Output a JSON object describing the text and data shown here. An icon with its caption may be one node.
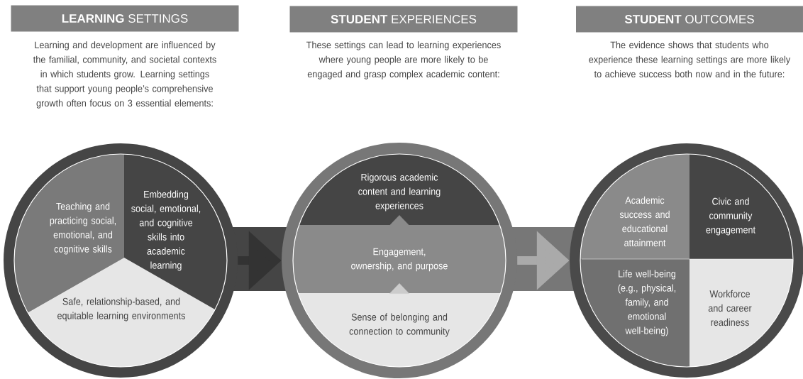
{
  "diagram": {
    "nodes": [
      {
        "text": [
          "**LEARNING** SETTINGS"
        ],
        "beside": [
          "Learning and development are influenced by the familial, community, and societal contexts in which students grow. Learning settings that support young people’s comprehensive growth often focus on 3 essential elements:"
        ]
      },
      {
        "text": [
          "**STUDENT** EXPERIENCES"
        ],
        "beside": [
          "These settings can lead to learning experiences where young people are more likely to be engaged and grasp complex academic content:"
        ]
      },
      {
        "text": [
          "**STUDENT** OUTCOMES"
        ],
        "beside": [
          "The evidence shows that students who experience these learning settings are more likely to achieve success both now and in the future:"
        ]
      },
      {
        "text": [],
        "shape": "circle"
      },
      {
        "text": [
          "Teaching and practicing social, emotional, and cognitive skills"
        ],
        "in": 3
      },
      {
        "text": [
          "Embedding social, emotional, and cognitive skills into academic learning"
        ],
        "in": 3
      },
      {
        "text": [
          "Safe, relationship-based, and equitable learning environments"
        ],
        "in": 3
      },
      {
        "text": [],
        "shape": "circle"
      },
      {
        "text": [
          "Rigorous academic content and learning experiences"
        ],
        "in": 7
      },
      {
        "text": [
          "Engagement, ownership, and purpose"
        ],
        "in": 7
      },
      {
        "text": [
          "Sense of belonging and connection to community"
        ],
        "in": 7
      },
      {
        "text": [],
        "shape": "circle"
      },
      {
        "text": [
          "Academic success and educational attainment"
        ],
        "in": 11
      },
      {
        "text": [
          "Civic and community engagement"
        ],
        "in": 11
      },
      {
        "text": [
          "Life well-being (e.g., physical, family, and emotional well-being)"
        ],
        "in": 11
      },
      {
        "text": [
          "Workforce and career readiness"
        ],
        "in": 11
      }
    ],
    "edges": [
      {
        "from": 3,
        "to": 7,
        "arrow": "to",
        "color": "#333333"
      },
      {
        "from": 7,
        "to": 11,
        "arrow": "to",
        "color": "#aaaaaa"
      },
      {
        "from": 10,
        "to": 9,
        "arrow": "to",
        "color": "#cccccc"
      },
      {
        "from": 9,
        "to": 8,
        "arrow": "to",
        "color": "#8a8a8a"
      }
    ]
  }
}
